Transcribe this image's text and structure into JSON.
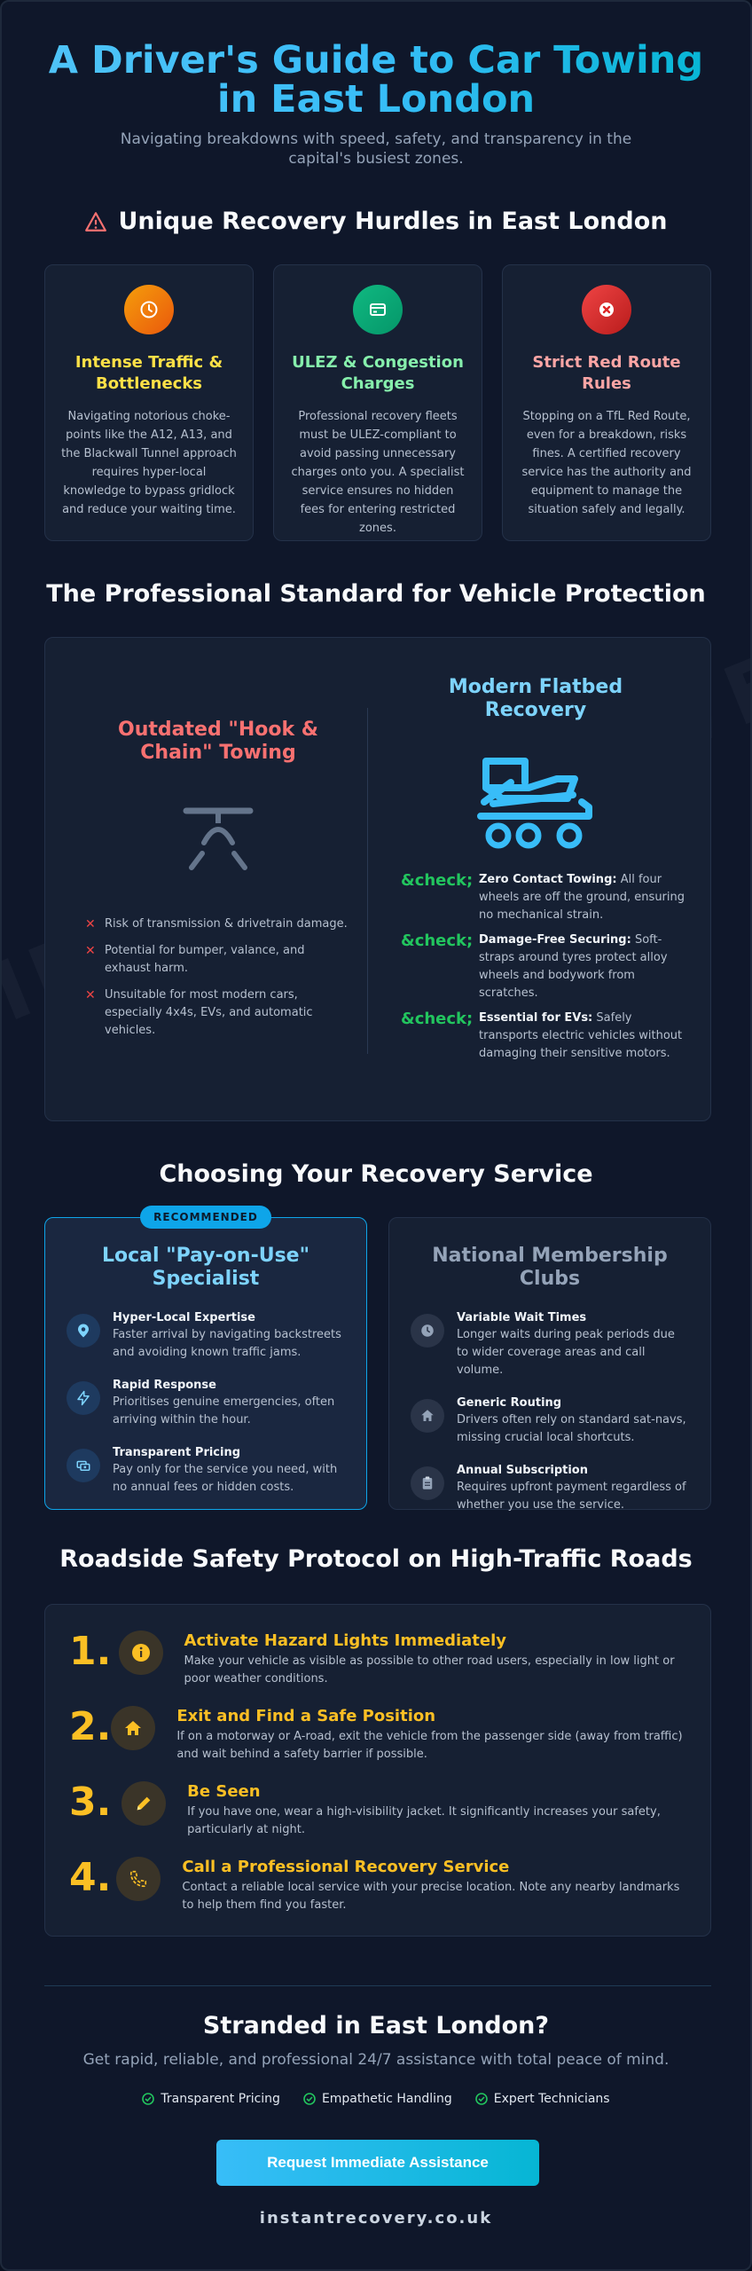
{
  "hero": {
    "title": "A Driver's Guide to Car Towing in East London",
    "subtitle": "Navigating breakdowns with speed, safety, and transparency in the capital's busiest zones."
  },
  "watermark": "INSTANTRECOVERY.CO.UK",
  "hurdles": {
    "heading": "Unique Recovery Hurdles in East London",
    "cards": [
      {
        "title": "Intense Traffic & Bottlenecks",
        "text": "Navigating notorious choke-points like the A12, A13, and the Blackwall Tunnel approach requires hyper-local knowledge to bypass gridlock and reduce your waiting time.",
        "color": "#fde047",
        "icon": "clock-icon"
      },
      {
        "title": "ULEZ & Congestion Charges",
        "text": "Professional recovery fleets must be ULEZ-compliant to avoid passing unnecessary charges onto you. A specialist service ensures no hidden fees for entering restricted zones.",
        "color": "#86efac",
        "icon": "card-icon"
      },
      {
        "title": "Strict Red Route Rules",
        "text": "Stopping on a TfL Red Route, even for a breakdown, risks fines. A certified recovery service has the authority and equipment to manage the situation safely and legally.",
        "color": "#fca5a5",
        "icon": "no-stop-icon"
      }
    ]
  },
  "professional": {
    "heading": "The Professional Standard for Vehicle Protection",
    "old": {
      "title": "Outdated \"Hook & Chain\" Towing",
      "items": [
        "Risk of transmission & drivetrain damage.",
        "Potential for bumper, valance, and exhaust harm.",
        "Unsuitable for most modern cars, especially 4x4s, EVs, and automatic vehicles."
      ]
    },
    "new": {
      "title": "Modern Flatbed Recovery",
      "check_symbol": "&check;",
      "items": [
        {
          "bold": "Zero Contact Towing:",
          "text": "All four wheels are off the ground, ensuring no mechanical strain."
        },
        {
          "bold": "Damage-Free Securing:",
          "text": "Soft-straps around tyres protect alloy wheels and bodywork from scratches."
        },
        {
          "bold": "Essential for EVs:",
          "text": "Safely transports electric vehicles without damaging their sensitive motors."
        }
      ]
    }
  },
  "choose": {
    "heading": "Choosing Your Recovery Service",
    "badge": "RECOMMENDED",
    "local": {
      "title": "Local \"Pay-on-Use\" Specialist",
      "features": [
        {
          "title": "Hyper-Local Expertise",
          "text": "Faster arrival by navigating backstreets and avoiding known traffic jams.",
          "icon": "location-pin-icon"
        },
        {
          "title": "Rapid Response",
          "text": "Prioritises genuine emergencies, often arriving within the hour.",
          "icon": "lightning-icon"
        },
        {
          "title": "Transparent Pricing",
          "text": "Pay only for the service you need, with no annual fees or hidden costs.",
          "icon": "money-icon"
        }
      ]
    },
    "national": {
      "title": "National Membership Clubs",
      "features": [
        {
          "title": "Variable Wait Times",
          "text": "Longer waits during peak periods due to wider coverage areas and call volume.",
          "icon": "clock-icon"
        },
        {
          "title": "Generic Routing",
          "text": "Drivers often rely on standard sat-navs, missing crucial local shortcuts.",
          "icon": "home-icon"
        },
        {
          "title": "Annual Subscription",
          "text": "Requires upfront payment regardless of whether you use the service.",
          "icon": "clipboard-icon"
        }
      ]
    }
  },
  "safety": {
    "heading": "Roadside Safety Protocol on High-Traffic Roads",
    "steps": [
      {
        "num": "1.",
        "title": "Activate Hazard Lights Immediately",
        "text": "Make your vehicle as visible as possible to other road users, especially in low light or poor weather conditions.",
        "icon": "info-icon"
      },
      {
        "num": "2.",
        "title": "Exit and Find a Safe Position",
        "text": "If on a motorway or A-road, exit the vehicle from the passenger side (away from traffic) and wait behind a safety barrier if possible.",
        "icon": "home-icon"
      },
      {
        "num": "3.",
        "title": "Be Seen",
        "text": "If you have one, wear a high-visibility jacket. It significantly increases your safety, particularly at night.",
        "icon": "pencil-icon"
      },
      {
        "num": "4.",
        "title": "Call a Professional Recovery Service",
        "text": "Contact a reliable local service with your precise location. Note any nearby landmarks to help them find you faster.",
        "icon": "phone-icon"
      }
    ]
  },
  "cta": {
    "title": "Stranded in East London?",
    "subtitle": "Get rapid, reliable, and professional 24/7 assistance with total peace of mind.",
    "assurances": [
      "Transparent Pricing",
      "Empathetic Handling",
      "Expert Technicians"
    ],
    "button": "Request Immediate Assistance",
    "url": "instantrecovery.co.uk"
  }
}
